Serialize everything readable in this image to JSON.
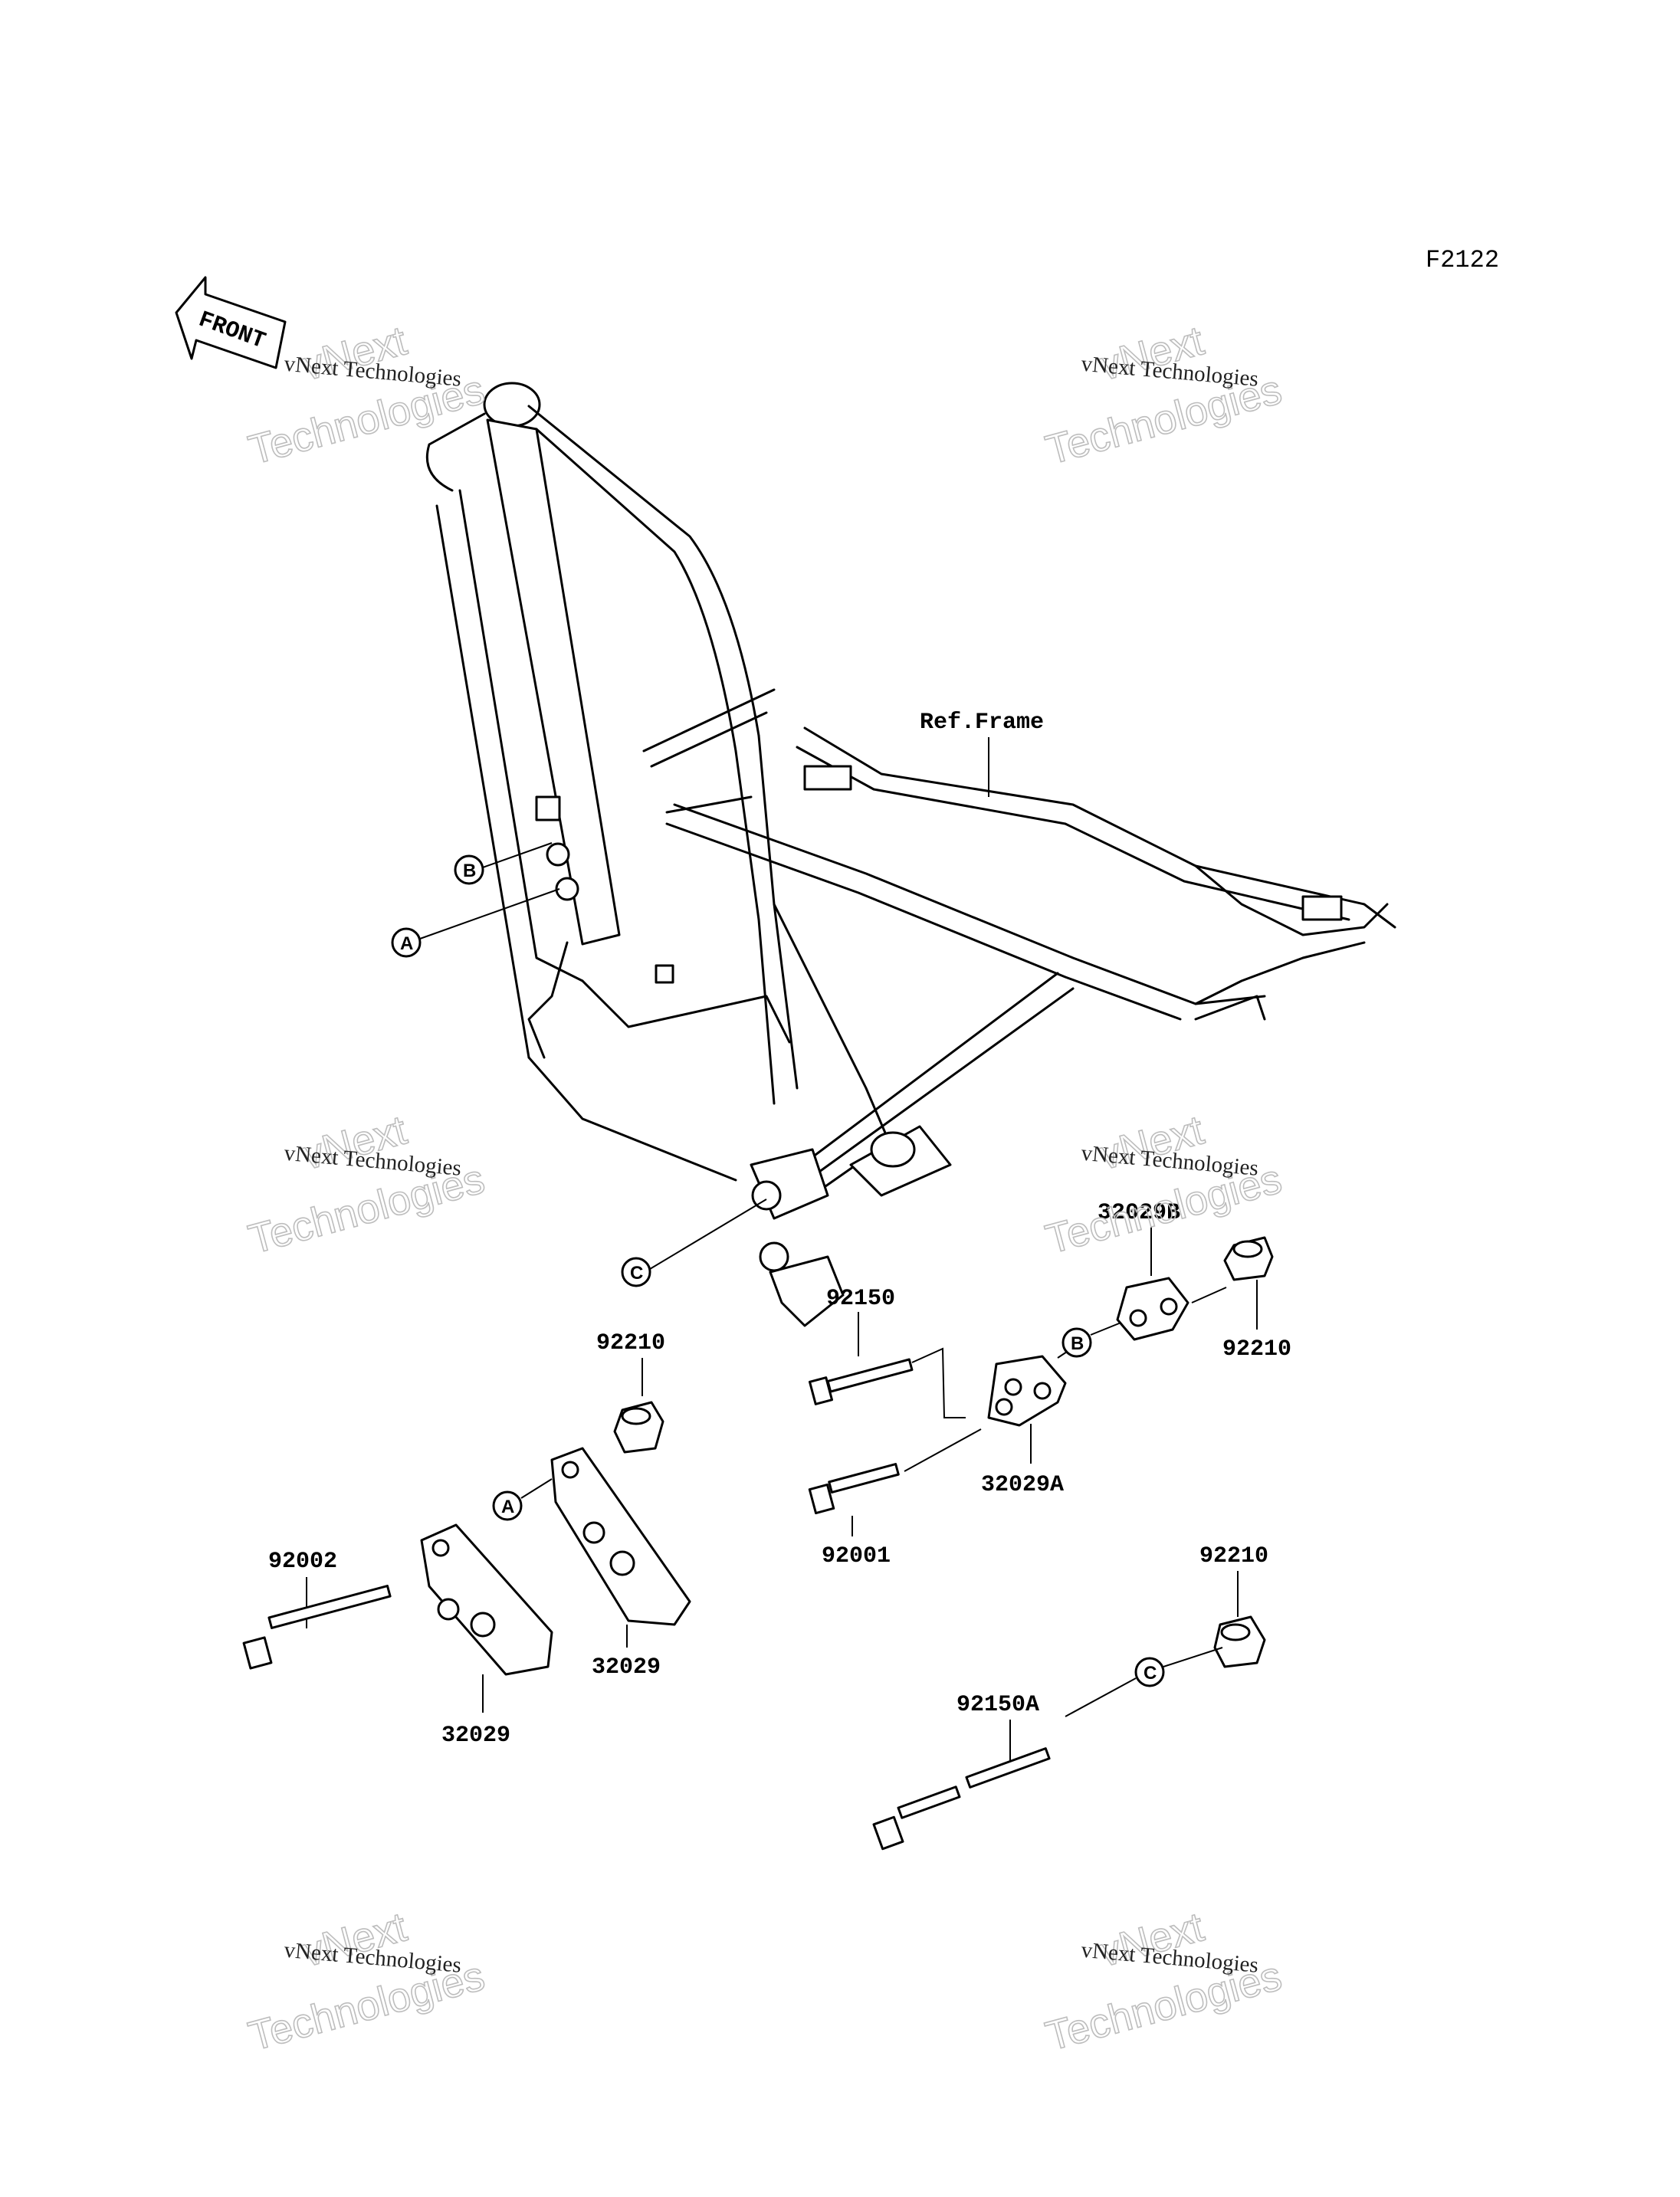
{
  "diagram": {
    "code": "F2122",
    "front_marker": "FRONT",
    "frame_label": "Ref.Frame",
    "callouts": {
      "a": "A",
      "b": "B",
      "c": "C"
    },
    "parts": {
      "p92150": "92150",
      "p92210_a": "92210",
      "p92210_b": "92210",
      "p92210_c": "92210",
      "p32029B": "32029B",
      "p32029A": "32029A",
      "p92001": "92001",
      "p92002": "92002",
      "p32029_a": "32029",
      "p32029_b": "32029",
      "p92150A": "92150A"
    }
  },
  "watermark": {
    "small_text": "vNext Technologies",
    "big_line1": "vNext",
    "big_line2": "Technologies"
  }
}
